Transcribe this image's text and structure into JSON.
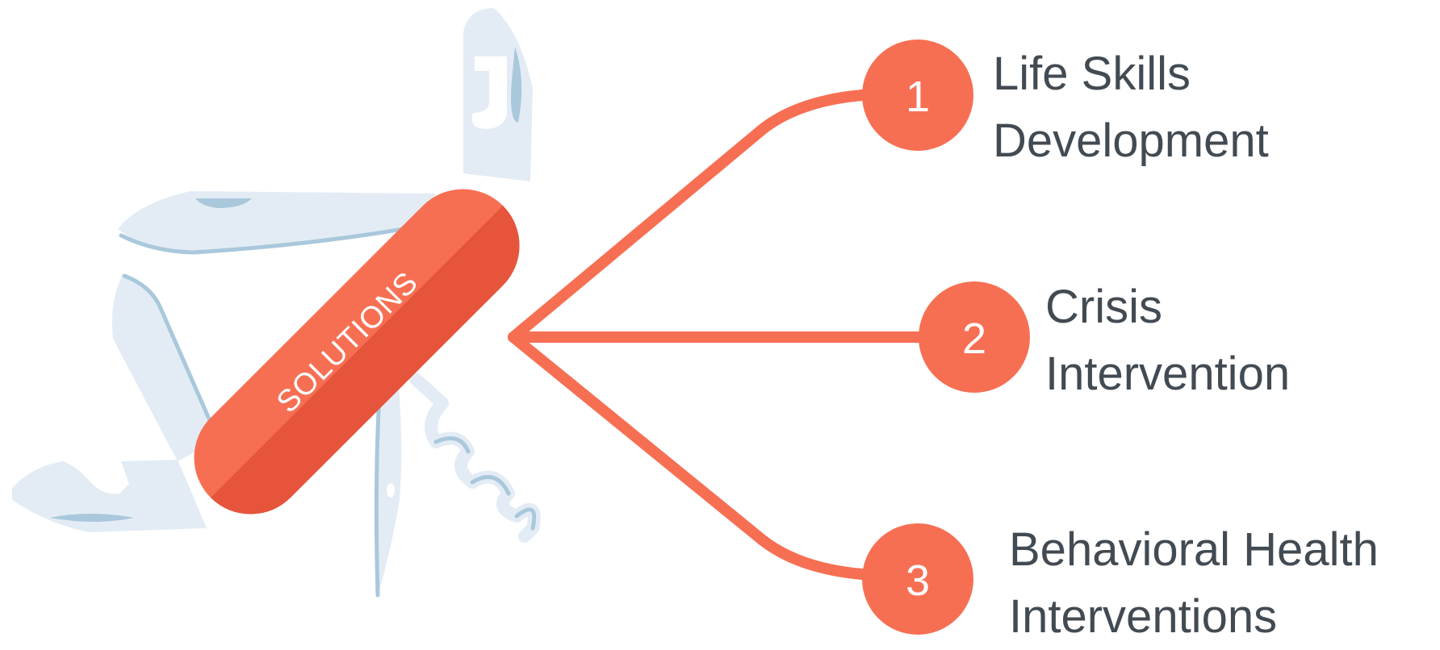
{
  "handle_label": "SOLUTIONS",
  "colors": {
    "accent": "#f76f53",
    "accent_dark": "#e5543b",
    "tool": "#e3ecf4",
    "tool_edge": "#a9c8dc",
    "text": "#424a52"
  },
  "icons": [
    "swiss-army-knife-icon",
    "corkscrew-icon"
  ],
  "items": [
    {
      "number": "1",
      "line1": "Life Skills",
      "line2": "Development"
    },
    {
      "number": "2",
      "line1": "Crisis",
      "line2": "Intervention"
    },
    {
      "number": "3",
      "line1": "Behavioral Health",
      "line2": "Interventions"
    }
  ]
}
